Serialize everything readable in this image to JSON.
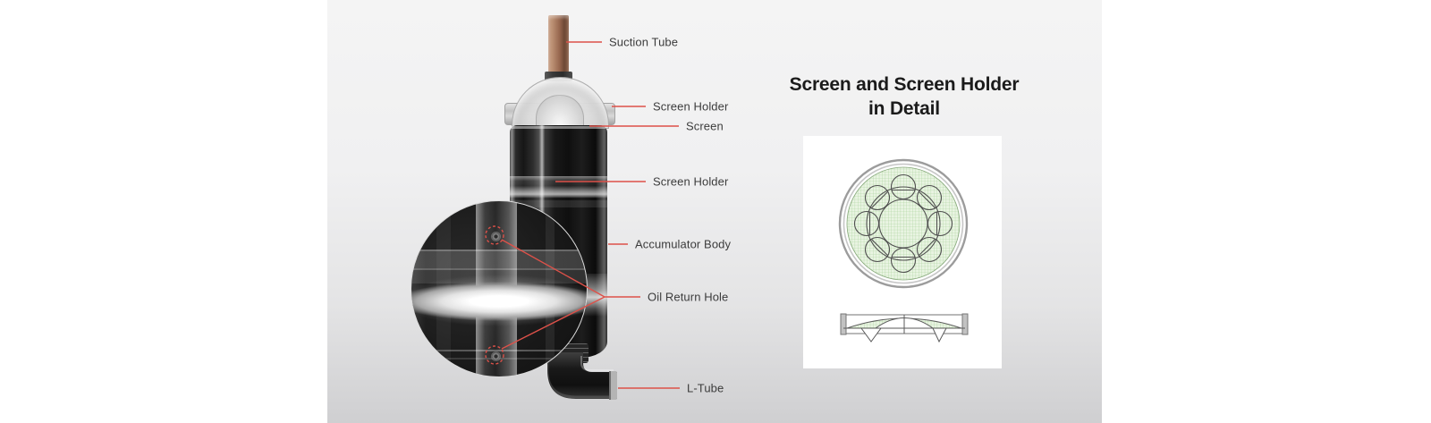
{
  "colors": {
    "accent_red": "#dd5149",
    "label_text": "#3c3c3c",
    "mesh_bg": "#e9f4e2",
    "mesh_line": "#a8d199",
    "drawing_stroke": "#4f4f4f"
  },
  "diagram": {
    "labels": [
      {
        "id": "suction-tube",
        "text": "Suction Tube"
      },
      {
        "id": "screen-holder-top",
        "text": "Screen Holder"
      },
      {
        "id": "screen",
        "text": "Screen"
      },
      {
        "id": "screen-holder-mid",
        "text": "Screen Holder"
      },
      {
        "id": "accumulator-body",
        "text": "Accumulator Body"
      },
      {
        "id": "oil-return-hole",
        "text": "Oil Return Hole"
      },
      {
        "id": "l-tube",
        "text": "L-Tube"
      }
    ]
  },
  "detail_panel": {
    "title_line1": "Screen and Screen Holder",
    "title_line2": "in Detail",
    "top_view": {
      "hole_count": 8,
      "ring_radius": 41,
      "hole_radius": 13.5
    }
  }
}
